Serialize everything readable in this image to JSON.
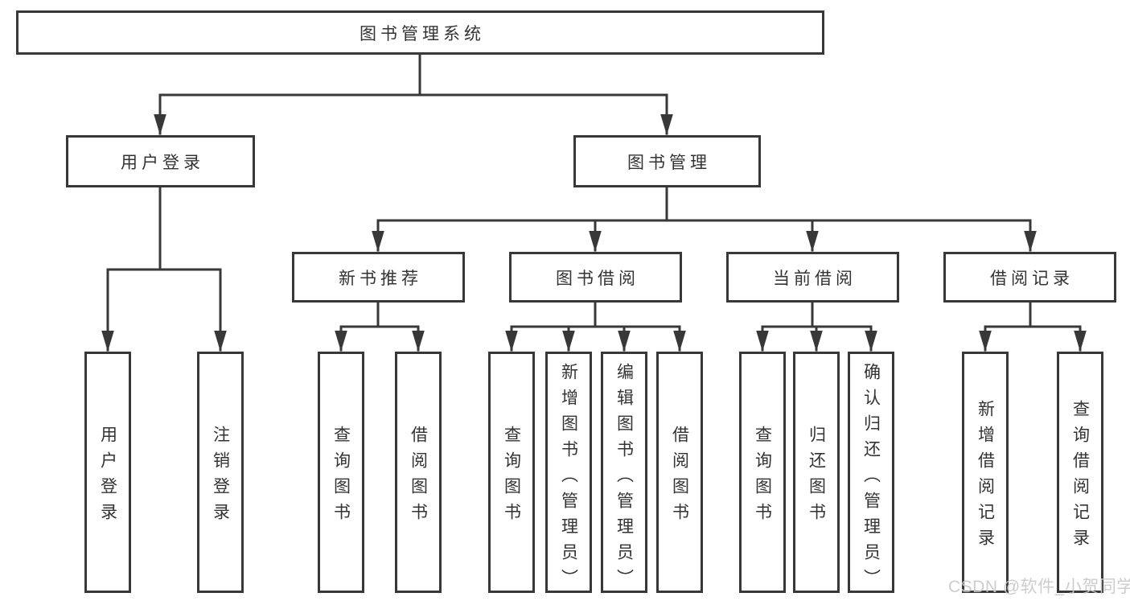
{
  "diagram": {
    "root": "图书管理系统",
    "branches": [
      {
        "label": "用户登录",
        "children": [
          "用户登录",
          "注销登录"
        ]
      },
      {
        "label": "图书管理",
        "children": [
          {
            "label": "新书推荐",
            "children": [
              "查询图书",
              "借阅图书"
            ]
          },
          {
            "label": "图书借阅",
            "children": [
              "查询图书",
              "新增图书（管理员）",
              "编辑图书（管理员）",
              "借阅图书"
            ]
          },
          {
            "label": "当前借阅",
            "children": [
              "查询图书",
              "归还图书",
              "确认归还（管理员）"
            ]
          },
          {
            "label": "借阅记录",
            "children": [
              "新增借阅记录",
              "查询借阅记录"
            ]
          }
        ]
      }
    ]
  },
  "watermark": "CSDN @软件_小贺同学",
  "colors": {
    "line": "#383838",
    "text": "#333333",
    "box_background": "#ffffff",
    "watermark": "#c9c9c9",
    "background": "#ffffff"
  }
}
